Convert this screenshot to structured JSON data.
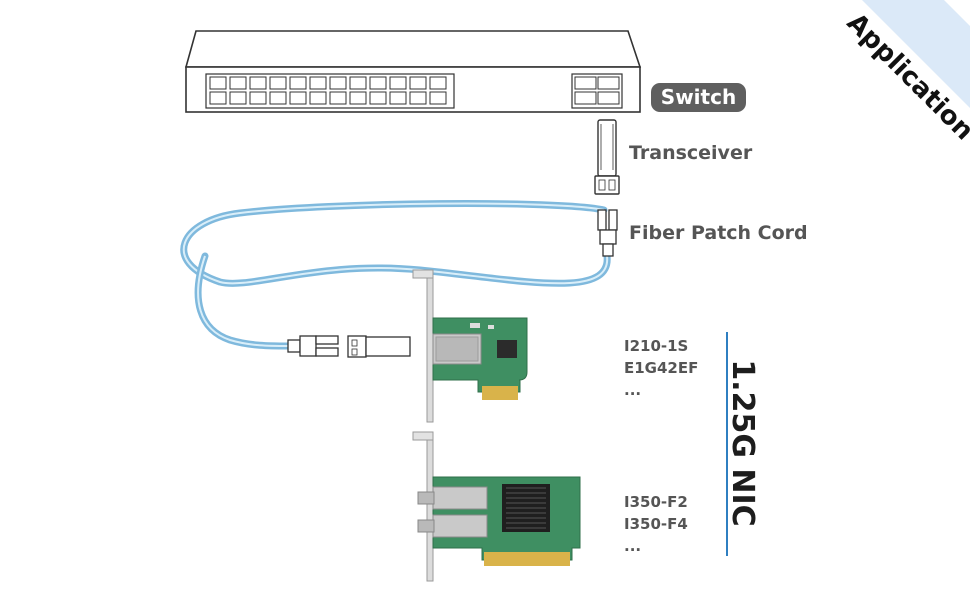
{
  "corner_ribbon": {
    "label": "Application"
  },
  "switch": {
    "label": "Switch"
  },
  "transceiver": {
    "label": "Transceiver"
  },
  "patch_cord": {
    "label": "Fiber Patch Cord"
  },
  "nic_group": {
    "label": "1.25G NIC"
  },
  "nic_single_port": {
    "models": [
      "I210-1S",
      "E1G42EF",
      "..."
    ]
  },
  "nic_dual_port": {
    "models": [
      "I350-F2",
      "I350-F4",
      "..."
    ]
  },
  "colors": {
    "fiber": "#7fb9dd",
    "pcb": "#3f8f62",
    "badge": "#5f5f5f",
    "ribbon": "#dbe9f8",
    "accent_line": "#2f7fc1"
  }
}
